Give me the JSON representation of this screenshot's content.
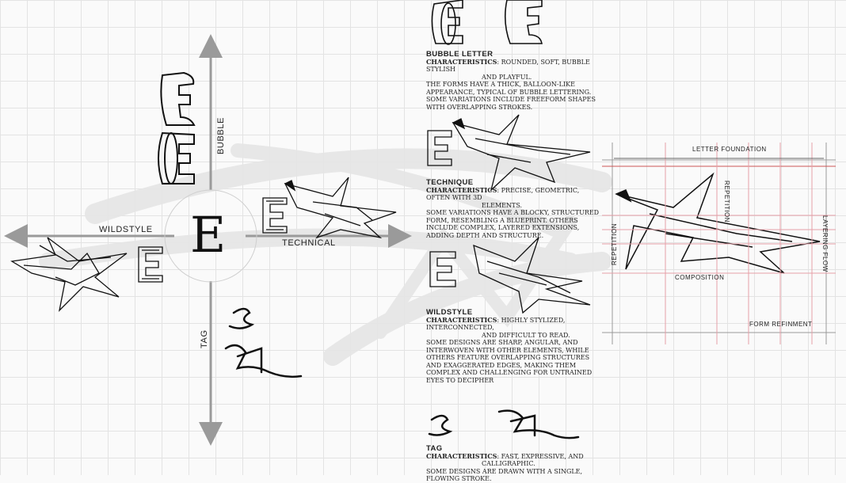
{
  "axes": {
    "bubble": "BUBBLE",
    "wildstyle": "WILDSTYLE",
    "technical": "TECHNICAL",
    "tag": "TAG",
    "center_letter": "E"
  },
  "sections": {
    "bubble": {
      "title": "BUBBLE LETTER",
      "char_label": "Characteristics",
      "char_text": ": Rounded, soft, bubble stylish",
      "char_cont": "and playful.",
      "body": "The forms have a thick, balloon-like appearance, typical of bubble lettering. Some variations include freeform shapes with overlapping strokes."
    },
    "technique": {
      "title": "TECHNIQUE",
      "char_label": "Characteristics",
      "char_text": ": Precise, geometric, often with 3D",
      "char_cont": "elements.",
      "body": "Some variations have a blocky, structured form, resembling a blueprint. Others include complex, layered extensions, adding depth and structure."
    },
    "wildstyle": {
      "title": "WILDSTYLE",
      "char_label": "Characteristics",
      "char_text": ": Highly stylized, interconnected,",
      "char_cont": "and difficult to read.",
      "body": "Some designs are sharp, angular, and interwoven with other elements, while others feature overlapping structures and exaggerated edges, making them complex and challenging for untrained eyes to decipher"
    },
    "tag": {
      "title": "TAG",
      "char_label": "Characteristics",
      "char_text": ": Fast, expressive, and",
      "char_cont": "calligraphic.",
      "body": "Some designs are drawn with a single, flowing stroke."
    }
  },
  "construction": {
    "letter_foundation": "LETTER FOUNDATION",
    "repetition_top": "REPETITION",
    "repetition_left": "REPETITION",
    "layering_flow": "LAYERING   FLOW",
    "composition": "COMPOSITION",
    "form_refinement": "FORM REFINMENT"
  },
  "colors": {
    "guide_red": "#e7a0a8",
    "arrow_gray": "#9a9a9a"
  }
}
